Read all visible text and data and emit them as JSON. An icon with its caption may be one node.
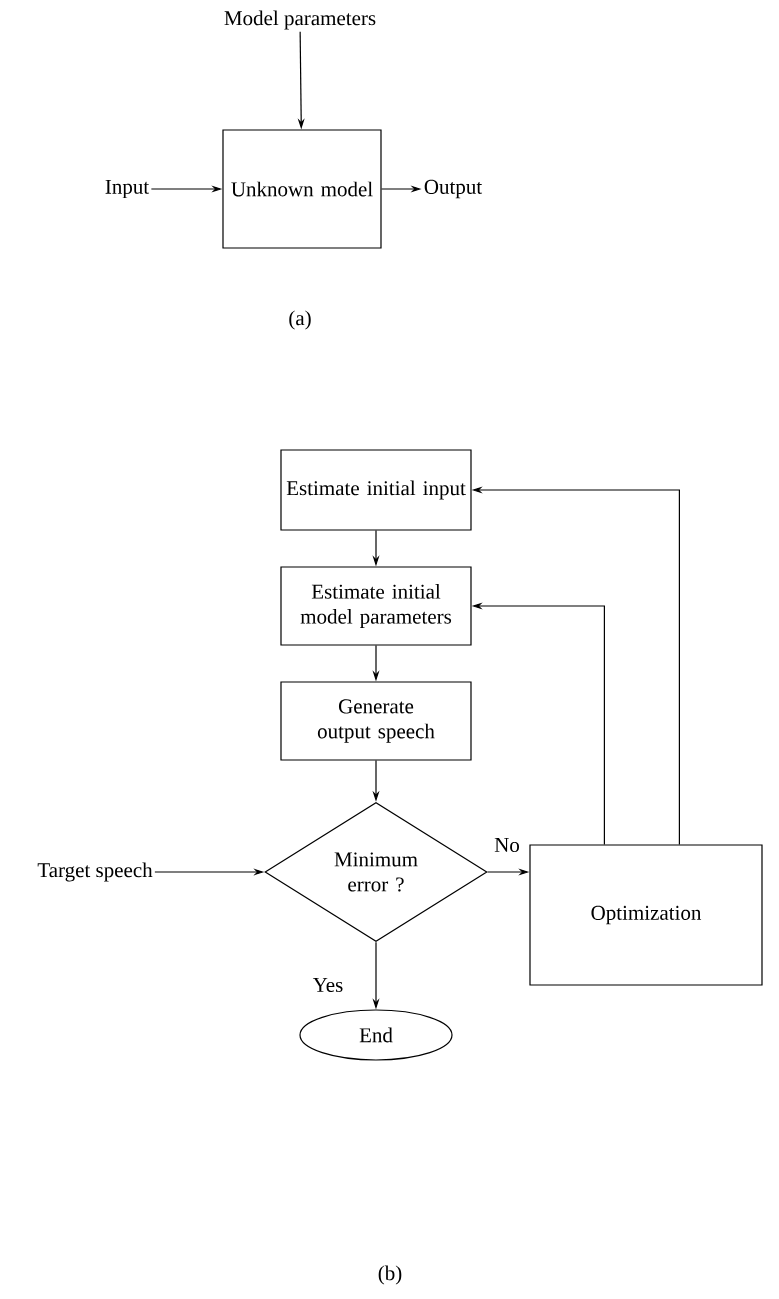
{
  "diagram": {
    "nodes": [
      {
        "text": [
          "Model parameters"
        ]
      },
      {
        "text": [
          "Input"
        ]
      },
      {
        "text": [
          "Unknown model"
        ]
      },
      {
        "text": [
          "Output"
        ]
      },
      {
        "text": [
          "Estimate initial input"
        ]
      },
      {
        "text": [
          "Estimate initial model parameters"
        ]
      },
      {
        "text": [
          "Generate output speech"
        ]
      },
      {
        "text": [
          "Minimum error ?"
        ]
      },
      {
        "text": [
          "Optimization"
        ]
      },
      {
        "text": [
          "Target speech"
        ]
      },
      {
        "text": [
          "End"
        ]
      }
    ],
    "edges": [
      {
        "from": 0,
        "to": 2,
        "arrow": "to"
      },
      {
        "from": 1,
        "to": 2,
        "arrow": "to"
      },
      {
        "from": 2,
        "to": 3,
        "arrow": "to"
      },
      {
        "from": 4,
        "to": 5,
        "arrow": "to"
      },
      {
        "from": 5,
        "to": 6,
        "arrow": "to"
      },
      {
        "from": 6,
        "to": 7,
        "arrow": "to"
      },
      {
        "from": 9,
        "to": 7,
        "arrow": "to"
      },
      {
        "from": 7,
        "to": 8,
        "arrow": "to",
        "label": "No"
      },
      {
        "from": 7,
        "to": 10,
        "arrow": "to",
        "label": "Yes"
      },
      {
        "from": 8,
        "to": 5,
        "arrow": "to"
      },
      {
        "from": 8,
        "to": 4,
        "arrow": "to"
      }
    ],
    "labels": [
      "(a)",
      "(b)"
    ]
  }
}
